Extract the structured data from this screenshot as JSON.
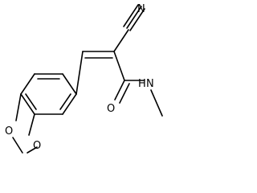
{
  "structure": {
    "atoms": {
      "nitrile_n": "N",
      "carbonyl_o": "O",
      "amide_n": "N",
      "amide_h": "H",
      "ring_o1": "O",
      "ring_o2": "O"
    },
    "colors": {
      "bond": "#000000",
      "label": "#000000",
      "background": "#ffffff"
    }
  }
}
